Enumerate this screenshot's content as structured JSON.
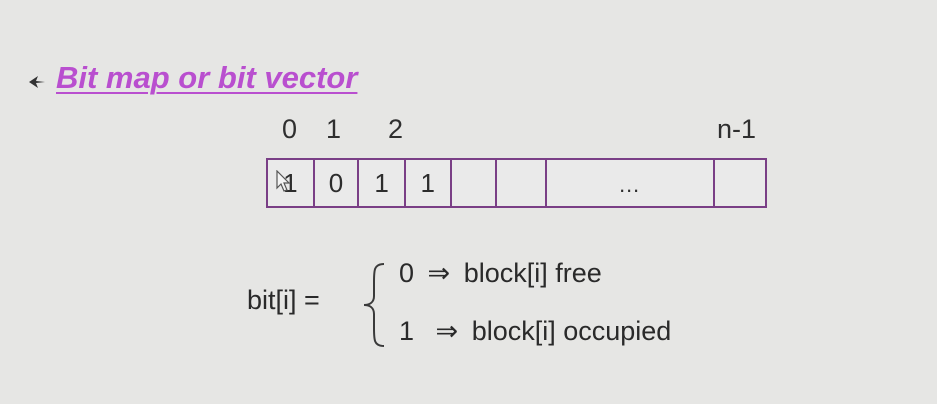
{
  "slide": {
    "heading": "Bit map or bit vector",
    "indices": [
      "0",
      "1",
      "2",
      "n-1"
    ],
    "bits": [
      "1",
      "0",
      "1",
      "1",
      "",
      "",
      "…",
      ""
    ],
    "definition": {
      "lhs": "bit[i] =",
      "arrow": "⇒",
      "cases": [
        {
          "value": "0",
          "meaning": "block[i] free"
        },
        {
          "value": "1",
          "meaning": "block[i] occupied"
        }
      ]
    },
    "colors": {
      "background": "#e6e6e4",
      "heading": "#b94fcf",
      "cell_border": "#7a3f86",
      "text": "#2a2a2a"
    }
  }
}
